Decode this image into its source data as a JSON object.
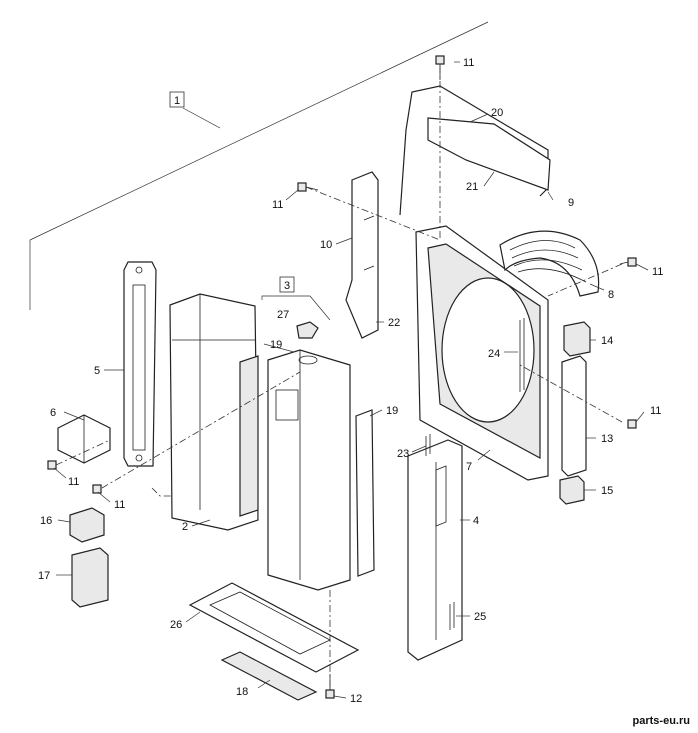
{
  "callouts": {
    "c1": "1",
    "c2": "2",
    "c3": "3",
    "c4": "4",
    "c5": "5",
    "c6": "6",
    "c7": "7",
    "c8": "8",
    "c9": "9",
    "c10": "10",
    "c11": "11",
    "c12": "12",
    "c13": "13",
    "c14": "14",
    "c15": "15",
    "c16": "16",
    "c17": "17",
    "c18": "18",
    "c19": "19",
    "c20": "20",
    "c21": "21",
    "c22": "22",
    "c23": "23",
    "c24": "24",
    "c25": "25",
    "c26": "26",
    "c27": "27"
  },
  "watermark": "parts-eu.ru"
}
